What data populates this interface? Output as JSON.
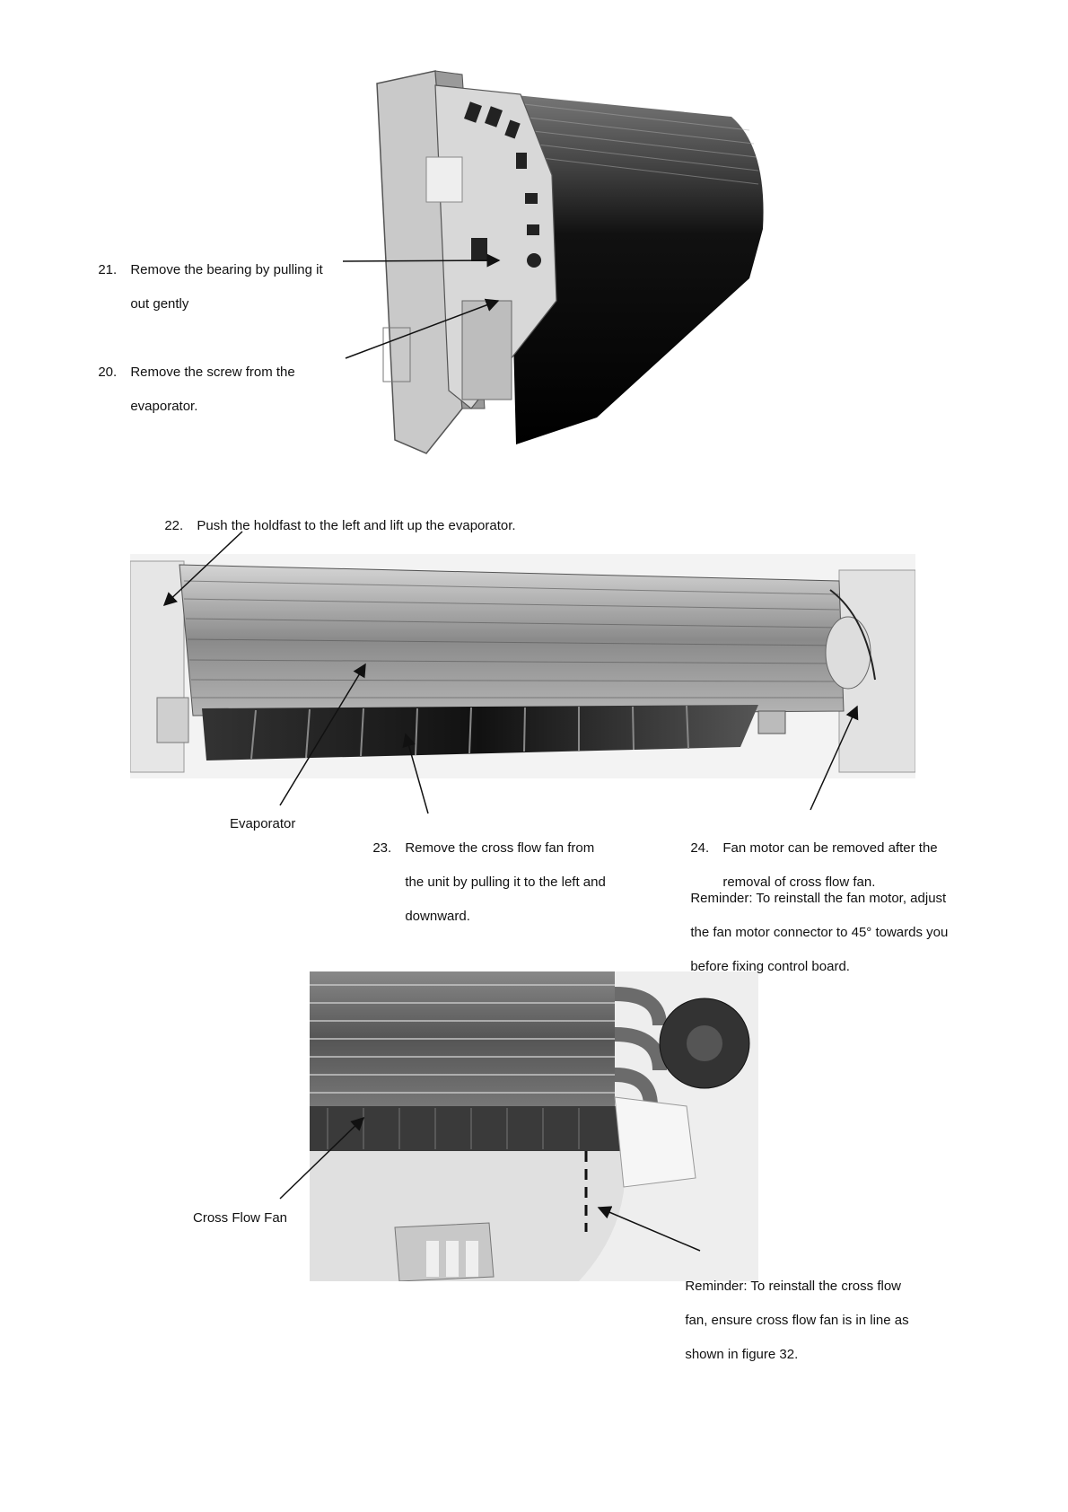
{
  "steps": {
    "s21": {
      "num": "21.",
      "line1": "Remove the bearing by pulling it",
      "line2": "out gently"
    },
    "s20": {
      "num": "20.",
      "line1": "Remove the screw from the",
      "line2": "evaporator."
    },
    "s22": {
      "num": "22.",
      "line1": "Push the holdfast to the left and lift up the evaporator."
    },
    "s23": {
      "num": "23.",
      "line1": "Remove the cross flow fan from",
      "line2": "the unit by pulling it to the left and",
      "line3": "downward."
    },
    "s24": {
      "num": "24.",
      "line1": "Fan motor can be removed after the",
      "line2": "removal of cross flow fan."
    }
  },
  "reminders": {
    "fan_motor": {
      "line1": "Reminder: To reinstall the fan motor, adjust",
      "line2": "the fan motor connector to 45° towards you",
      "line3": "before fixing control board."
    },
    "cross_flow": {
      "line1": "Reminder: To reinstall the cross flow",
      "line2": "fan, ensure cross flow fan is in line as",
      "line3": "shown in figure 32."
    }
  },
  "labels": {
    "evaporator": "Evaporator",
    "cross_flow_fan": "Cross Flow Fan"
  }
}
